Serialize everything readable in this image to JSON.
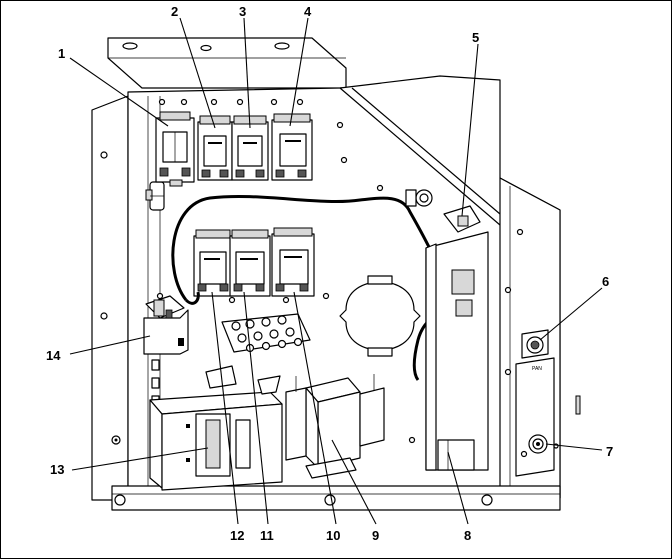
{
  "callouts": [
    {
      "id": "1",
      "label": "1"
    },
    {
      "id": "2",
      "label": "2"
    },
    {
      "id": "3",
      "label": "3"
    },
    {
      "id": "4",
      "label": "4"
    },
    {
      "id": "5",
      "label": "5"
    },
    {
      "id": "6",
      "label": "6"
    },
    {
      "id": "7",
      "label": "7"
    },
    {
      "id": "8",
      "label": "8"
    },
    {
      "id": "9",
      "label": "9"
    },
    {
      "id": "10",
      "label": "10"
    },
    {
      "id": "11",
      "label": "11"
    },
    {
      "id": "12",
      "label": "12"
    },
    {
      "id": "13",
      "label": "13"
    },
    {
      "id": "14",
      "label": "14"
    }
  ]
}
